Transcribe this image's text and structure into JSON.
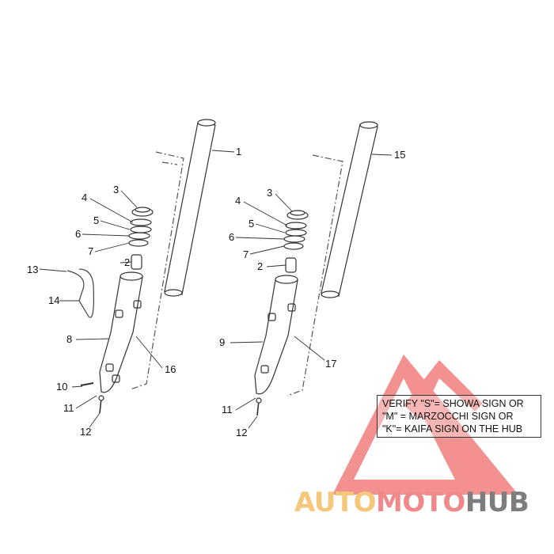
{
  "callouts": {
    "c1": "1",
    "c2a": "2",
    "c3a": "3",
    "c4a": "4",
    "c5a": "5",
    "c6a": "6",
    "c7a": "7",
    "c8": "8",
    "c9": "9",
    "c10": "10",
    "c11a": "11",
    "c12a": "12",
    "c13": "13",
    "c14": "14",
    "c15": "15",
    "c16": "16",
    "c17": "17",
    "c2b": "2",
    "c3b": "3",
    "c4b": "4",
    "c5b": "5",
    "c6b": "6",
    "c7b": "7",
    "c11b": "11",
    "c12b": "12"
  },
  "note": {
    "line1": "VERIFY \"S\"= SHOWA SIGN OR",
    "line2": "\"M\" = MARZOCCHI SIGN OR",
    "line3": "\"K\"= KAIFA SIGN ON THE HUB"
  },
  "watermark": {
    "part1": "AUTO",
    "part2": "MOTO",
    "part3": "HUB",
    "colors": {
      "auto": "#f5c77a",
      "moto": "#f08a8a",
      "hub": "#7d7d7d",
      "triangle": "#ef6b6b"
    }
  }
}
